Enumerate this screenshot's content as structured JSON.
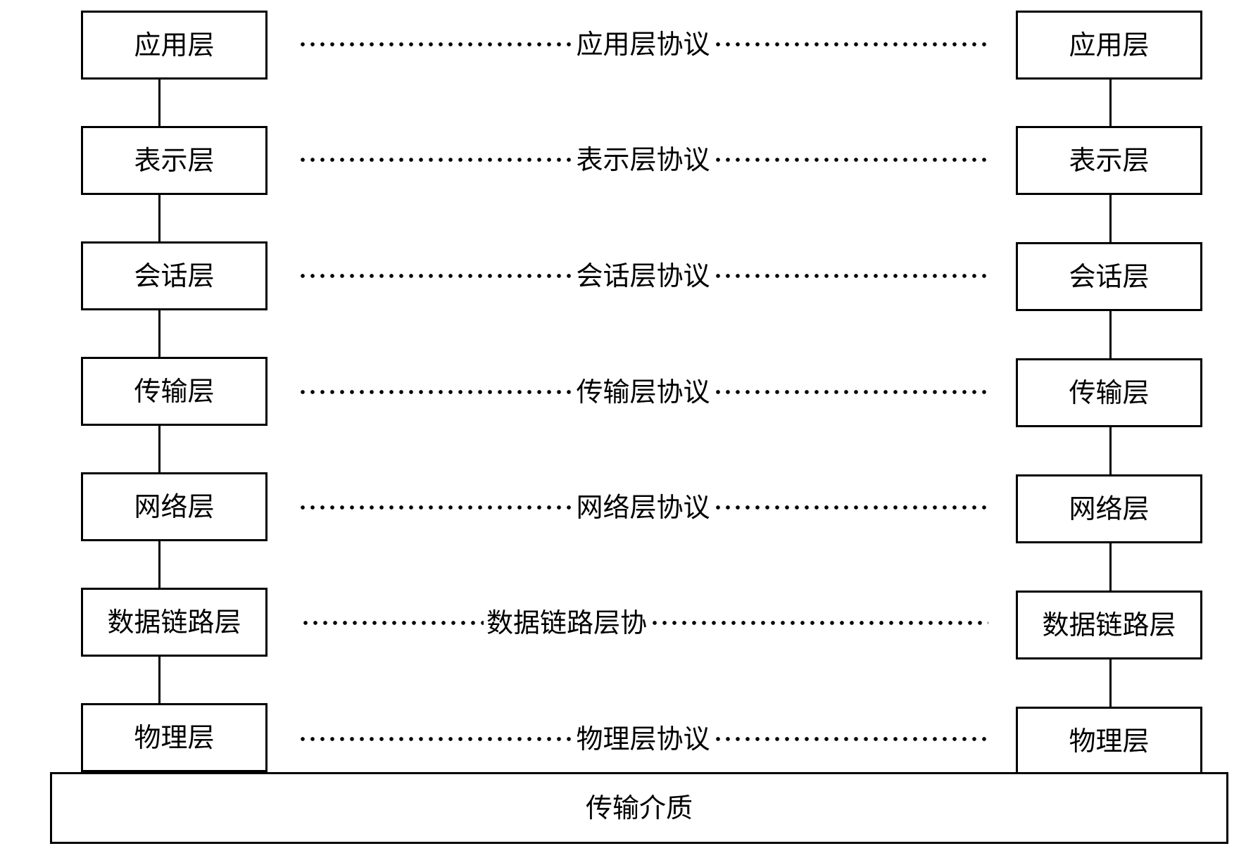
{
  "left_stack": [
    {
      "label": "应用层"
    },
    {
      "label": "表示层"
    },
    {
      "label": "会话层"
    },
    {
      "label": "传输层"
    },
    {
      "label": "网络层"
    },
    {
      "label": "数据链路层"
    },
    {
      "label": "物理层"
    }
  ],
  "right_stack": [
    {
      "label": "应用层"
    },
    {
      "label": "表示层"
    },
    {
      "label": "会话层"
    },
    {
      "label": "传输层"
    },
    {
      "label": "网络层"
    },
    {
      "label": "数据链路层"
    },
    {
      "label": "物理层"
    }
  ],
  "protocols": [
    {
      "label": "应用层协议"
    },
    {
      "label": "表示层协议"
    },
    {
      "label": "会话层协议"
    },
    {
      "label": "传输层协议"
    },
    {
      "label": "网络层协议"
    },
    {
      "label": "数据链路层协"
    },
    {
      "label": "物理层协议"
    }
  ],
  "medium": {
    "label": "传输介质"
  }
}
